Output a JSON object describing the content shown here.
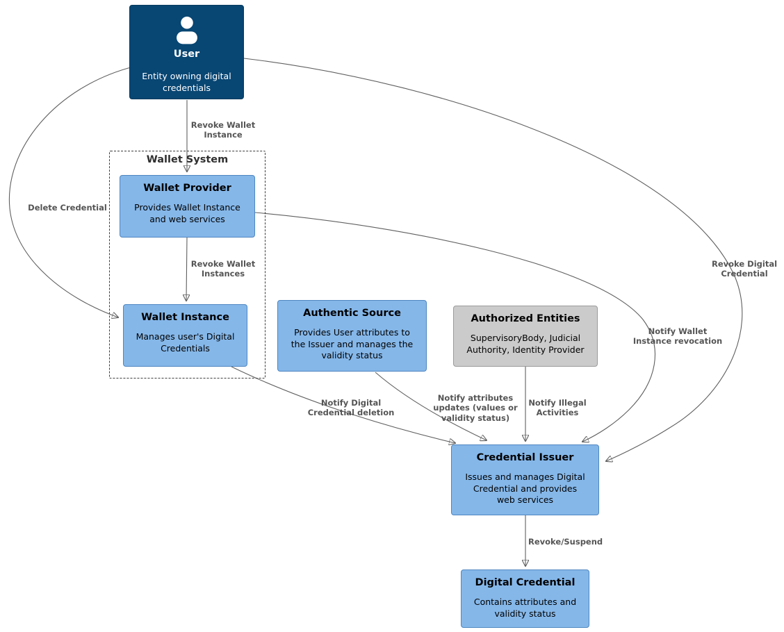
{
  "nodes": {
    "user": {
      "title": "User",
      "desc": "Entity owning digital\ncredentials"
    },
    "wallet_system": {
      "label": "Wallet System"
    },
    "wallet_provider": {
      "title": "Wallet Provider",
      "desc": "Provides Wallet Instance\nand web services"
    },
    "wallet_instance": {
      "title": "Wallet Instance",
      "desc": "Manages user's Digital\nCredentials"
    },
    "authentic_source": {
      "title": "Authentic Source",
      "desc": "Provides User attributes to\nthe Issuer and manages the\nvalidity status"
    },
    "authorized_entities": {
      "title": "Authorized Entities",
      "desc": "SupervisoryBody, Judicial\nAuthority, Identity Provider"
    },
    "credential_issuer": {
      "title": "Credential Issuer",
      "desc": "Issues and manages Digital\nCredential and provides\nweb services"
    },
    "digital_credential": {
      "title": "Digital Credential",
      "desc": "Contains attributes and\nvalidity status"
    }
  },
  "edges": [
    {
      "from": "User",
      "to": "Wallet Provider",
      "label": "Revoke Wallet\nInstance"
    },
    {
      "from": "User",
      "to": "Wallet Instance",
      "label": "Delete Credential"
    },
    {
      "from": "User",
      "to": "Credential Issuer",
      "label": "Revoke Digital\nCredential"
    },
    {
      "from": "Wallet Provider",
      "to": "Wallet Instance",
      "label": "Revoke Wallet\nInstances"
    },
    {
      "from": "Wallet Provider",
      "to": "Credential Issuer",
      "label": "Notify Wallet\nInstance revocation"
    },
    {
      "from": "Wallet Instance",
      "to": "Credential Issuer",
      "label": "Notify Digital\nCredential deletion"
    },
    {
      "from": "Authentic Source",
      "to": "Credential Issuer",
      "label": "Notify attributes\nupdates (values or\nvalidity status)"
    },
    {
      "from": "Authorized Entities",
      "to": "Credential Issuer",
      "label": "Notify Illegal\nActivities"
    },
    {
      "from": "Credential Issuer",
      "to": "Digital Credential",
      "label": "Revoke/Suspend"
    }
  ],
  "colors": {
    "node_blue": "#85b7e9",
    "node_blue_border": "#4e86c0",
    "node_dark": "#084673",
    "node_gray": "#cbcbcb",
    "node_gray_border": "#9a9a9a",
    "edge": "#5f5f5f",
    "edge_label": "#555555"
  }
}
